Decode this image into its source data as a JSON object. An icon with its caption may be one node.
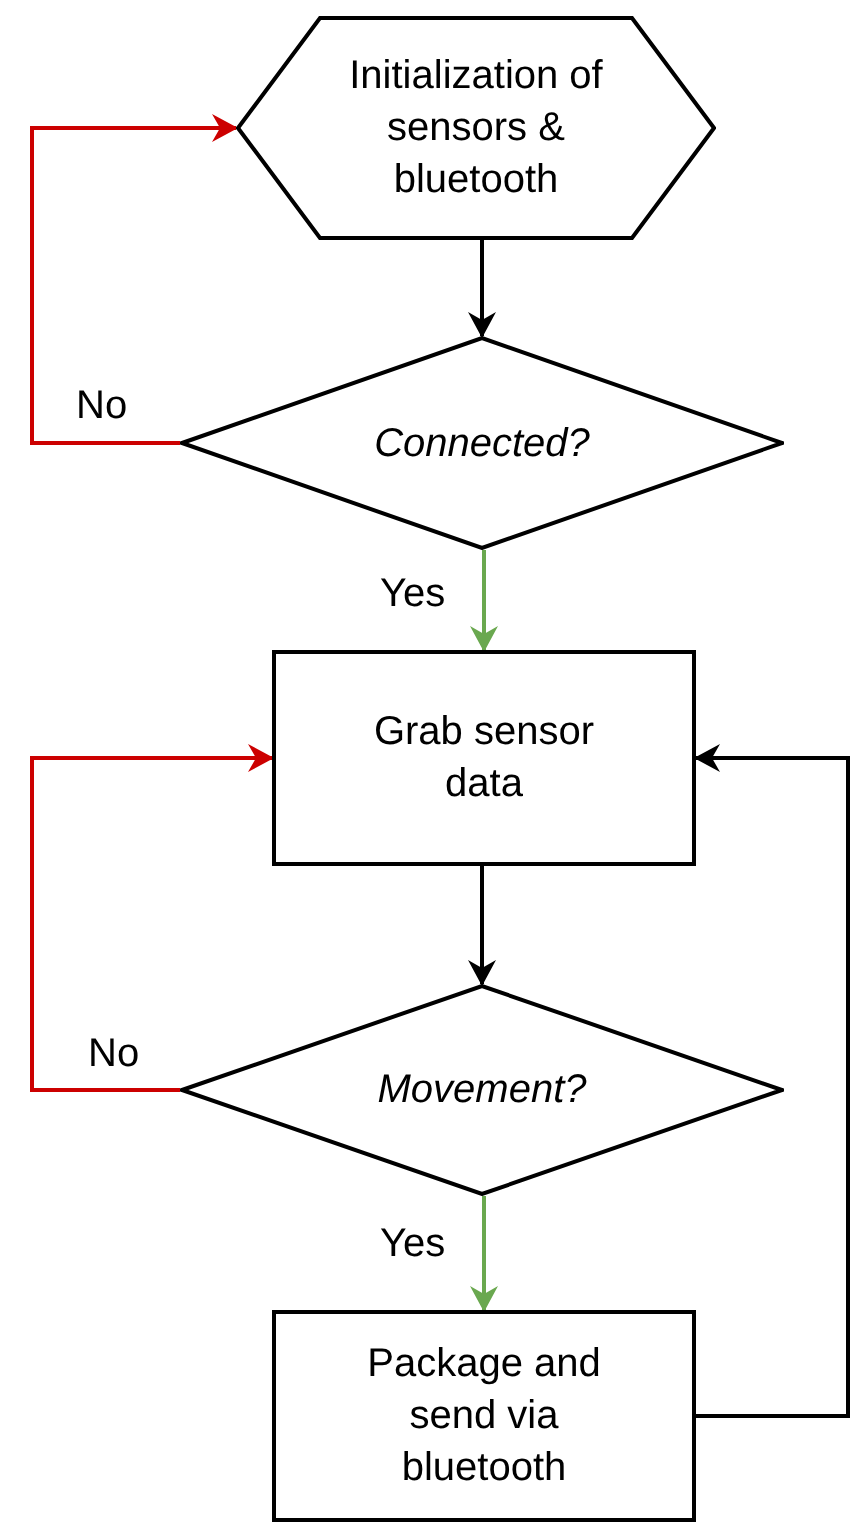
{
  "diagram": {
    "nodes": [
      {
        "text": [
          "Initialization of sensors & bluetooth"
        ]
      },
      {
        "text": [
          "Connected?"
        ]
      },
      {
        "text": [
          "Grab sensor data"
        ]
      },
      {
        "text": [
          "Movement?"
        ]
      },
      {
        "text": [
          "Package and send via bluetooth"
        ]
      }
    ],
    "edges": [
      {
        "from": 0,
        "to": 1,
        "arrow": "to"
      },
      {
        "from": 1,
        "to": 0,
        "arrow": "to",
        "label": "No",
        "color": "#cc0000"
      },
      {
        "from": 1,
        "to": 2,
        "arrow": "to",
        "label": "Yes",
        "color": "#6aa84f"
      },
      {
        "from": 2,
        "to": 3,
        "arrow": "to"
      },
      {
        "from": 3,
        "to": 2,
        "arrow": "to",
        "label": "No",
        "color": "#cc0000"
      },
      {
        "from": 3,
        "to": 4,
        "arrow": "to",
        "label": "Yes",
        "color": "#6aa84f"
      },
      {
        "from": 4,
        "to": 2,
        "arrow": "to"
      }
    ]
  }
}
